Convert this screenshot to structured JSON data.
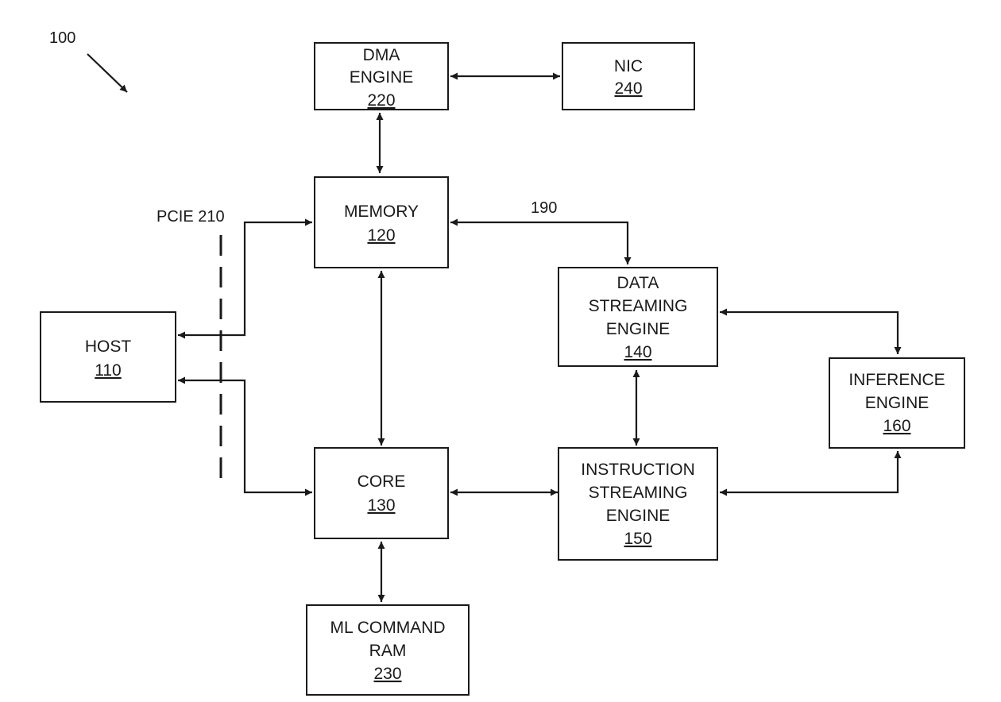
{
  "figure_ref": "100",
  "labels": {
    "pcie": "PCIE 210",
    "bus": "190"
  },
  "blocks": {
    "dma": {
      "name": [
        "DMA",
        "ENGINE"
      ],
      "ref": "220"
    },
    "nic": {
      "name": [
        "NIC"
      ],
      "ref": "240"
    },
    "memory": {
      "name": [
        "MEMORY"
      ],
      "ref": "120"
    },
    "host": {
      "name": [
        "HOST"
      ],
      "ref": "110"
    },
    "dse": {
      "name": [
        "DATA",
        "STREAMING",
        "ENGINE"
      ],
      "ref": "140"
    },
    "inference": {
      "name": [
        "INFERENCE",
        "ENGINE"
      ],
      "ref": "160"
    },
    "core": {
      "name": [
        "CORE"
      ],
      "ref": "130"
    },
    "ise": {
      "name": [
        "INSTRUCTION",
        "STREAMING",
        "ENGINE"
      ],
      "ref": "150"
    },
    "mlram": {
      "name": [
        "ML COMMAND",
        "RAM"
      ],
      "ref": "230"
    }
  }
}
